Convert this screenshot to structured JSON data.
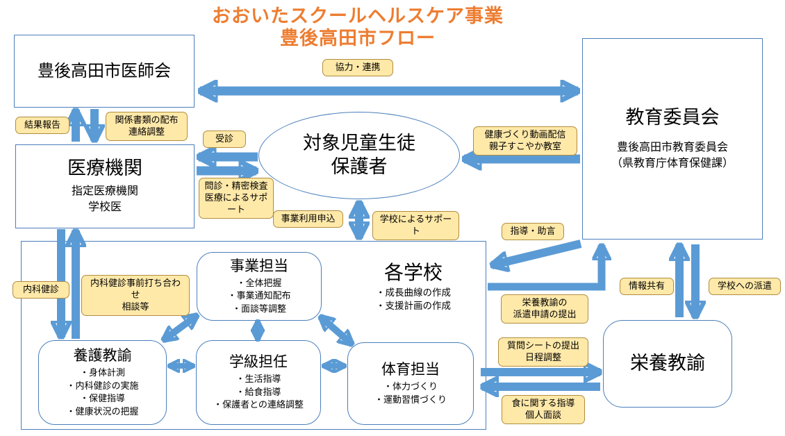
{
  "title": {
    "line1": "おおいたスクールヘルスケア事業",
    "line2": "豊後高田市フロー"
  },
  "colors": {
    "title_orange": "#ED7D31",
    "arrow_blue": "#5B9BD5",
    "label_bg": "#FFE9A9",
    "label_border": "#B08C3E",
    "box_border": "#4A7EBB"
  },
  "nodes": {
    "medical_association": {
      "title": "豊後高田市医師会"
    },
    "medical_institution": {
      "title": "医療機関",
      "sub1": "指定医療機関",
      "sub2": "学校医"
    },
    "board_of_education": {
      "title": "教育委員会",
      "sub1": "豊後高田市教育委員会",
      "sub2": "（県教育庁体育保健課）"
    },
    "target_students": {
      "line1": "対象児童生徒",
      "line2": "保護者"
    },
    "each_school": {
      "title": "各学校",
      "items": [
        "・成長曲線の作成",
        "・支援計画の作成"
      ]
    },
    "project_staff": {
      "title": "事業担当",
      "items": [
        "・全体把握",
        "・事業通知配布",
        "・面談等調整"
      ]
    },
    "nursing_teacher": {
      "title": "養護教諭",
      "items": [
        "・身体計測",
        "・内科健診の実施",
        "・保健指導",
        "・健康状況の把握"
      ]
    },
    "class_teacher": {
      "title": "学級担任",
      "items": [
        "・生活指導",
        "・給食指導",
        "・保護者との連絡調整"
      ]
    },
    "pe_staff": {
      "title": "体育担当",
      "items": [
        "・体力づくり",
        "・運動習慣づくり"
      ]
    },
    "nutrition_teacher": {
      "title": "栄養教諭"
    }
  },
  "labels": {
    "cooperation": "協力・連携",
    "result_report": "結果報告",
    "documents": "関係書類の配布\n連絡調整",
    "consultation": "受診",
    "interview": "問診・精密検査\n医療によるサポート",
    "health_video": "健康づくり動画配信\n親子すこやか教室",
    "application": "事業利用申込",
    "school_support": "学校によるサポート",
    "guidance": "指導・助言",
    "checkup": "内科健診",
    "checkup_meeting": "内科健診事前打ち合わせ\n相談等",
    "dispatch_request": "栄養教諭の\n派遣申請の提出",
    "info_sharing": "情報共有",
    "school_dispatch": "学校への派遣",
    "question_sheet": "質問シートの提出\n日程調整",
    "diet_guidance": "食に関する指導\n個人面談"
  }
}
